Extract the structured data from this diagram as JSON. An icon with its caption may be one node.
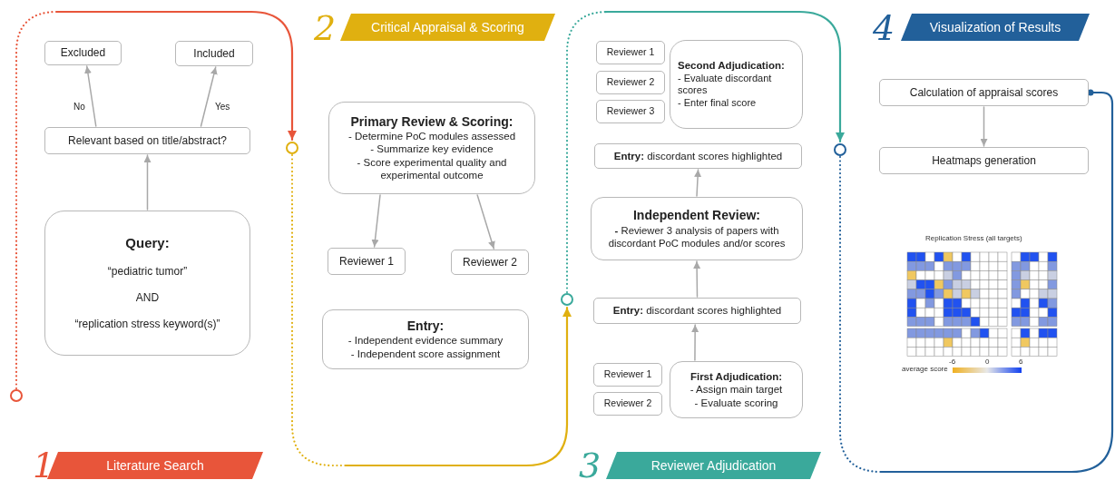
{
  "diagram": {
    "nodes": [
      {
        "text": [
          "Excluded"
        ]
      },
      {
        "text": [
          "Included"
        ]
      },
      {
        "text": [
          "Relevant based on title/abstract?"
        ]
      },
      {
        "text": [
          "Query:",
          "“pediatric tumor”",
          "AND",
          "“replication stress keyword(s)”"
        ]
      },
      {
        "text": [
          "Primary Review & Scoring:",
          "- Determine PoC modules assessed",
          "- Summarize key evidence",
          "- Score experimental quality and experimental outcome"
        ]
      },
      {
        "text": [
          "Reviewer 1"
        ]
      },
      {
        "text": [
          "Reviewer 2"
        ]
      },
      {
        "text": [
          "Entry:",
          "- Independent evidence summary",
          "- Independent score assignment"
        ]
      },
      {
        "text": [
          "Reviewer 1"
        ]
      },
      {
        "text": [
          "Reviewer 2"
        ]
      },
      {
        "text": [
          "Reviewer 3"
        ]
      },
      {
        "text": [
          "Second Adjudication:",
          "- Evaluate discordant scores",
          "- Enter final score"
        ]
      },
      {
        "text": [
          "**Entry:** discordant scores highlighted"
        ]
      },
      {
        "text": [
          "Independent Review:",
          "**-** Reviewer 3 analysis of papers with discordant PoC modules and/or scores"
        ]
      },
      {
        "text": [
          "**Entry:** discordant scores highlighted"
        ]
      },
      {
        "text": [
          "Reviewer 1"
        ]
      },
      {
        "text": [
          "Reviewer 2"
        ]
      },
      {
        "text": [
          "First Adjudication:",
          "- Assign main target",
          "- Evaluate scoring"
        ]
      },
      {
        "text": [
          "Calculation of appraisal scores"
        ]
      },
      {
        "text": [
          "Heatmaps generation"
        ]
      },
      {
        "text": [
          "Literature Search"
        ],
        "beside": [
          "1"
        ]
      },
      {
        "text": [
          "Critical Appraisal & Scoring"
        ],
        "beside": [
          "2"
        ]
      },
      {
        "text": [
          "Reviewer Adjudication"
        ],
        "beside": [
          "3"
        ]
      },
      {
        "text": [
          "Visualization of Results"
        ],
        "beside": [
          "4"
        ]
      },
      {
        "text": [],
        "shape": "circle"
      },
      {
        "text": [],
        "shape": "circle"
      },
      {
        "text": [],
        "shape": "circle"
      },
      {
        "text": [],
        "shape": "circle"
      }
    ],
    "edges": [
      {
        "from": 2,
        "to": 0,
        "arrow": "to",
        "label": "No"
      },
      {
        "from": 2,
        "to": 1,
        "arrow": "to",
        "label": "Yes"
      },
      {
        "from": 3,
        "to": 2,
        "arrow": "to"
      },
      {
        "from": 4,
        "to": 5,
        "arrow": "to"
      },
      {
        "from": 4,
        "to": 6,
        "arrow": "to"
      },
      {
        "from": 17,
        "to": 14,
        "arrow": "to"
      },
      {
        "from": 14,
        "to": 13,
        "arrow": "to"
      },
      {
        "from": 13,
        "to": 12,
        "arrow": "to"
      },
      {
        "from": 18,
        "to": 19,
        "arrow": "to"
      },
      {
        "from": 24,
        "to": 25,
        "arrow": "to",
        "style": "dashed",
        "color": "#e8553a"
      },
      {
        "from": 25,
        "to": 26,
        "arrow": "to",
        "style": "dashed",
        "color": "#e0b010"
      },
      {
        "from": 26,
        "to": 27,
        "arrow": "to",
        "style": "dashed",
        "color": "#3aa99b"
      },
      {
        "from": 27,
        "to": 18,
        "arrow": "other",
        "style": "dashed",
        "color": "#22609a"
      }
    ],
    "labels": [
      "Replication Stress (all targets)",
      "average score",
      "-6",
      "0",
      "6"
    ]
  }
}
